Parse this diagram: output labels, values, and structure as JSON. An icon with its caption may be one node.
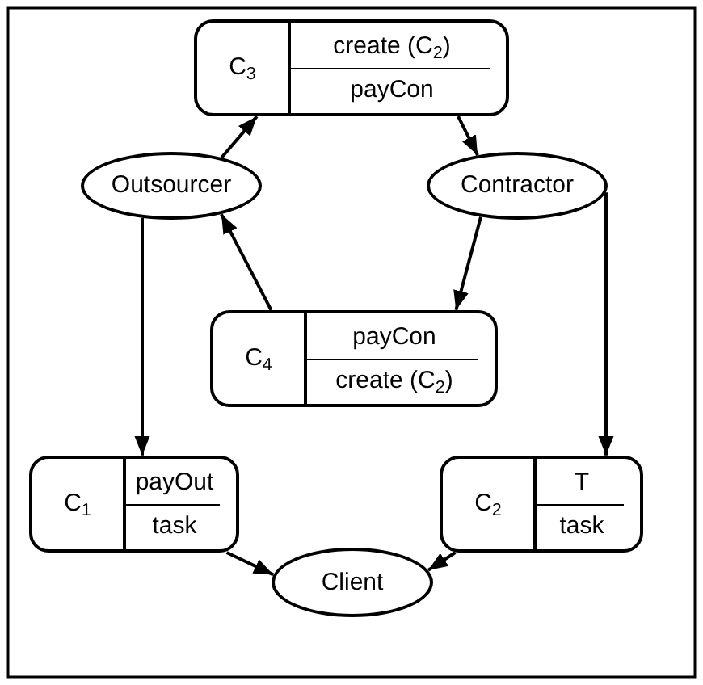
{
  "diagram": {
    "nodes": [
      {
        "text": [
          "C$_{3}$",
          "create (C$_{2}$)",
          "payCon"
        ]
      },
      {
        "text": [
          "Outsourcer"
        ]
      },
      {
        "text": [
          "Contractor"
        ]
      },
      {
        "text": [
          "C$_{4}$",
          "payCon",
          "create (C$_{2}$)"
        ]
      },
      {
        "text": [
          "C$_{1}$",
          "payOut",
          "task"
        ]
      },
      {
        "text": [
          "C$_{2}$",
          "T",
          "task"
        ]
      },
      {
        "text": [
          "Client"
        ]
      }
    ],
    "edges": [
      {
        "from": 1,
        "to": 0,
        "arrow": "to"
      },
      {
        "from": 0,
        "to": 2,
        "arrow": "to"
      },
      {
        "from": 2,
        "to": 3,
        "arrow": "to"
      },
      {
        "from": 3,
        "to": 1,
        "arrow": "to"
      },
      {
        "from": 1,
        "to": 4,
        "arrow": "to"
      },
      {
        "from": 2,
        "to": 5,
        "arrow": "to"
      },
      {
        "from": 4,
        "to": 6,
        "arrow": "to"
      },
      {
        "from": 5,
        "to": 6,
        "arrow": "to"
      }
    ]
  }
}
